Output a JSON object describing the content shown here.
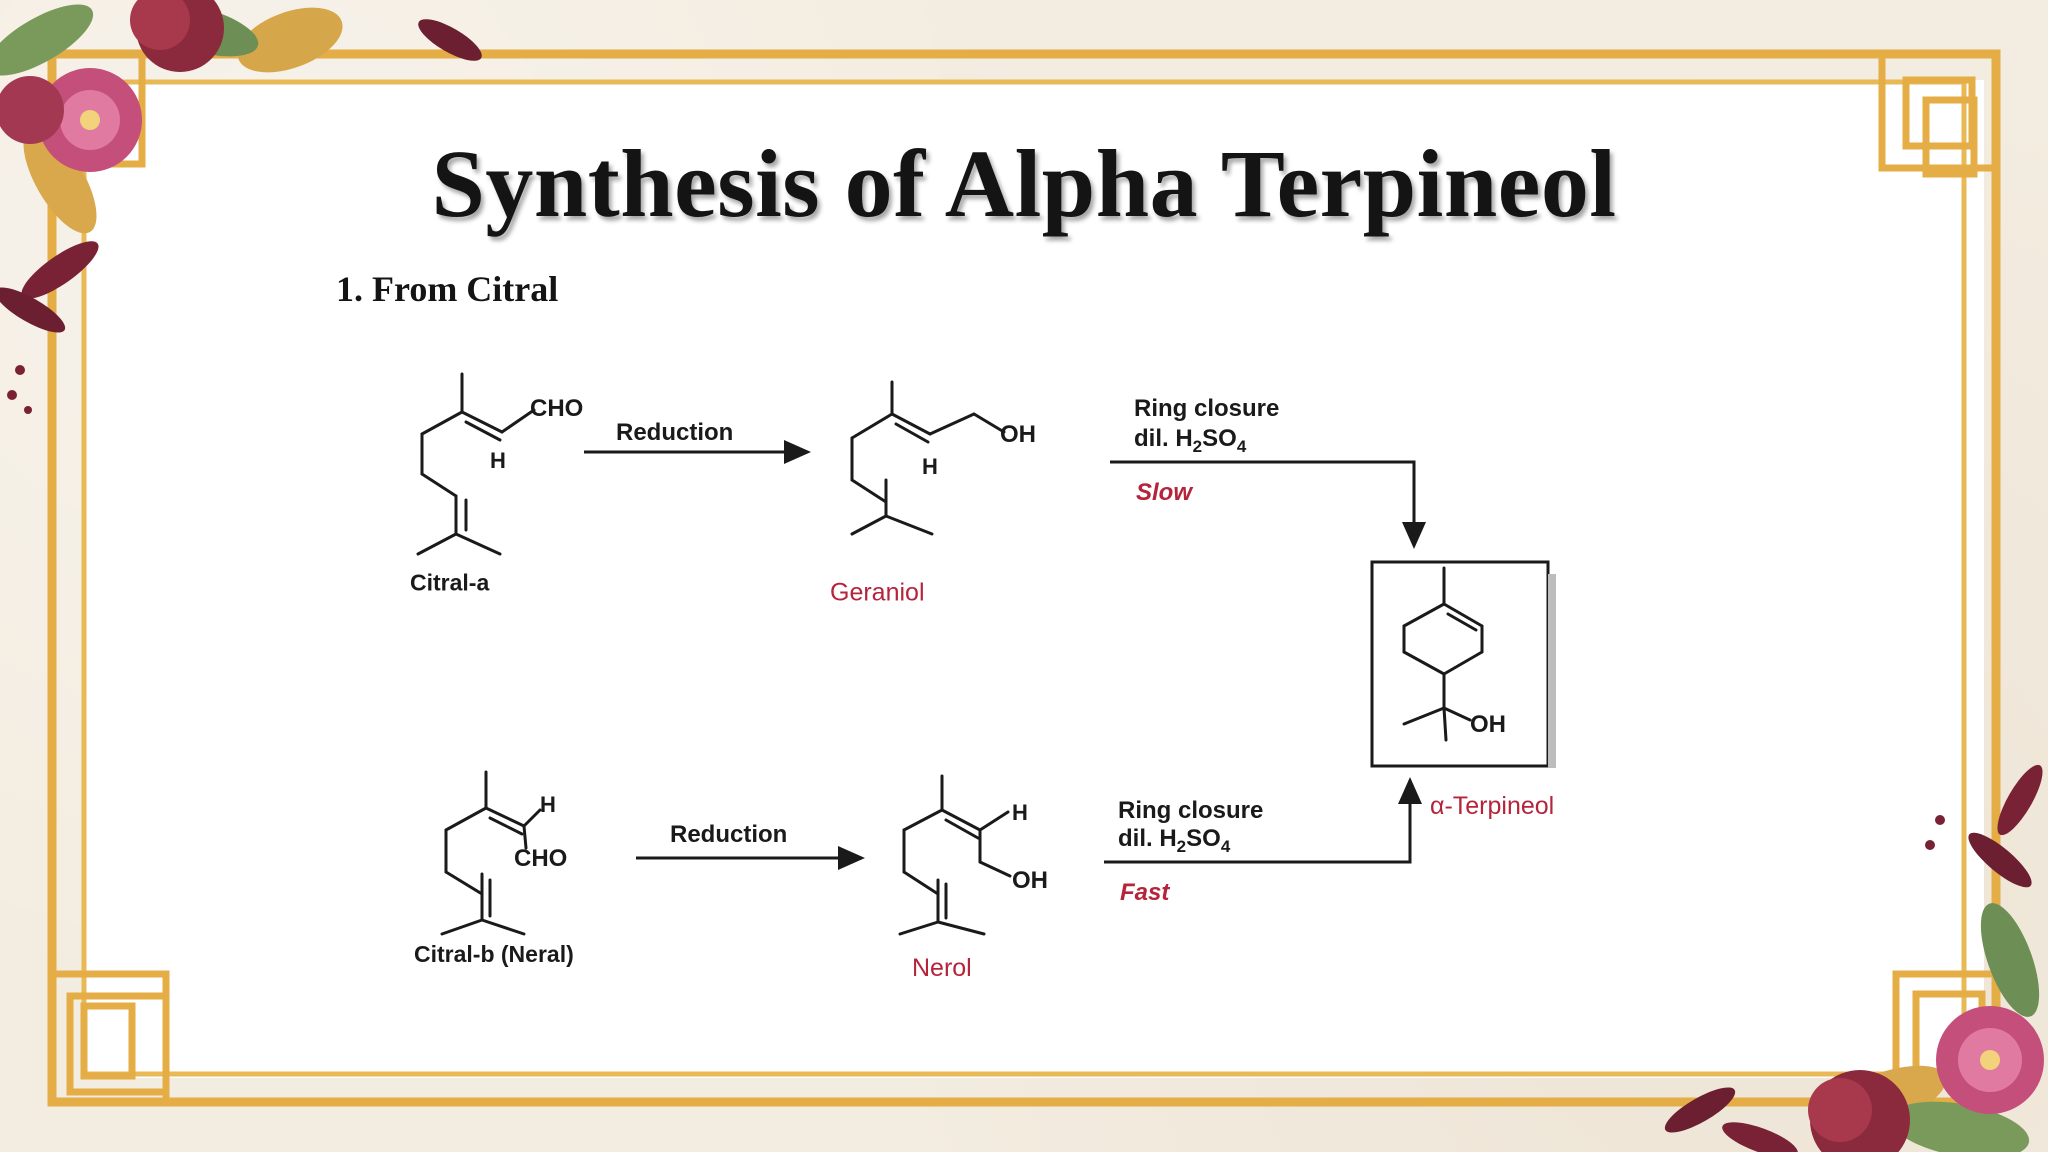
{
  "title": "Synthesis of Alpha Terpineol",
  "subtitle": "1. From Citral",
  "reaction_top": {
    "reactant": "Citral-a",
    "reagent": "Reduction",
    "product": "Geraniol",
    "cyclization_line1": "Ring closure",
    "cyclization_line2_prefix": "dil. H",
    "cyclization_line2_sub1": "2",
    "cyclization_line2_mid": "SO",
    "cyclization_line2_sub2": "4",
    "rate": "Slow",
    "group_cho": "CHO",
    "group_h": "H",
    "product_oh": "OH",
    "product_h": "H"
  },
  "reaction_bottom": {
    "reactant": "Citral-b (Neral)",
    "reagent": "Reduction",
    "product": "Nerol",
    "cyclization_line1": "Ring closure",
    "cyclization_line2_prefix": "dil. H",
    "cyclization_line2_sub1": "2",
    "cyclization_line2_mid": "SO",
    "cyclization_line2_sub2": "4",
    "rate": "Fast",
    "group_cho": "CHO",
    "group_h": "H",
    "product_oh": "OH",
    "product_h": "H"
  },
  "final_product": {
    "name": "α-Terpineol",
    "group_oh": "OH"
  },
  "colors": {
    "frame_gold": "#e2a83a",
    "product_red": "#b5243a",
    "rate_red": "#b5243a",
    "ink": "#1a1a1a"
  }
}
